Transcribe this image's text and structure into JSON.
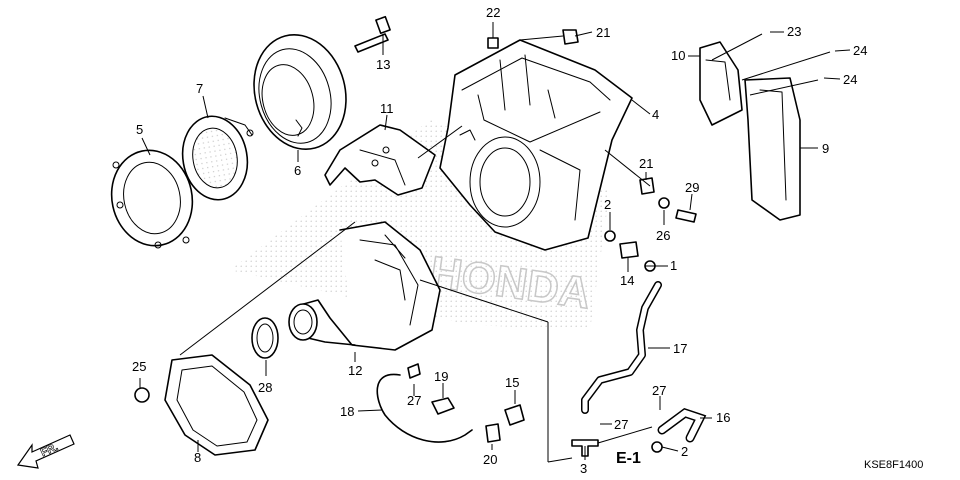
{
  "diagram_code": "KSE8F1400",
  "section_ref": "E-1",
  "front_marker": "FR.",
  "callouts": [
    "1",
    "2",
    "2",
    "3",
    "4",
    "5",
    "6",
    "7",
    "8",
    "9",
    "10",
    "11",
    "12",
    "13",
    "14",
    "15",
    "16",
    "17",
    "18",
    "19",
    "20",
    "21",
    "21",
    "22",
    "23",
    "24",
    "24",
    "25",
    "26",
    "27",
    "27",
    "27",
    "28",
    "29"
  ]
}
